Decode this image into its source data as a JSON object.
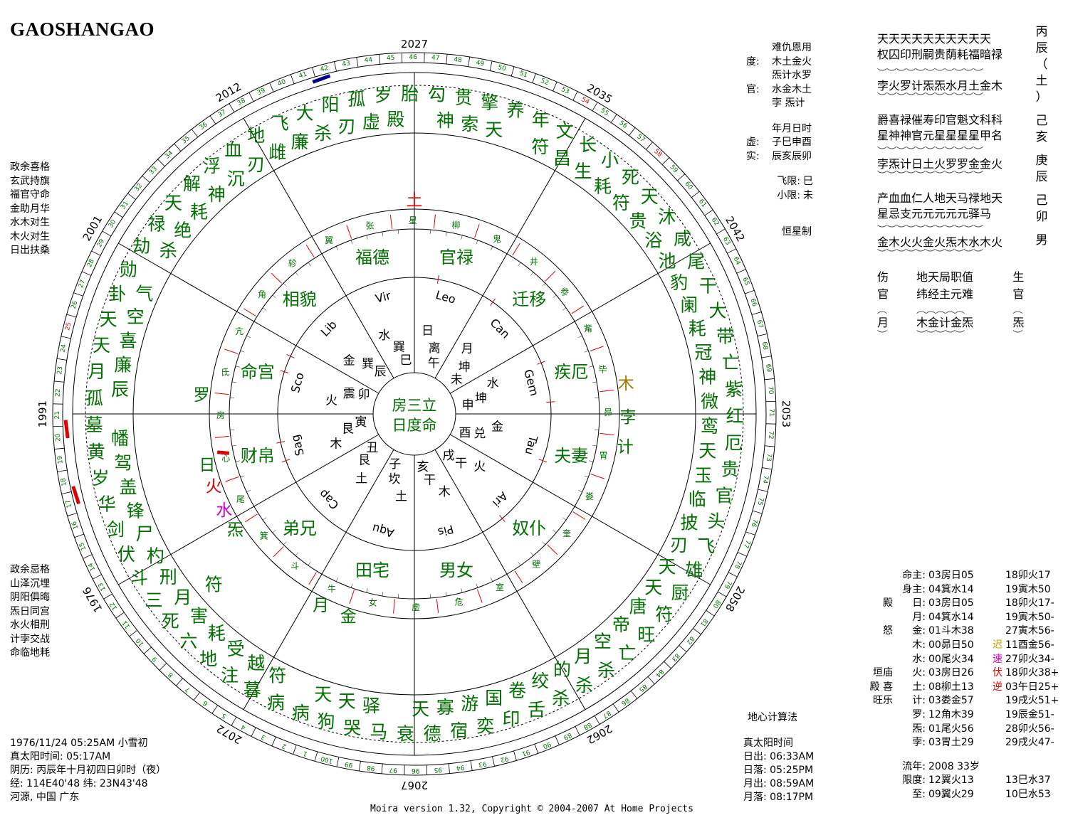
{
  "title": "GAOSHANGAO",
  "years": {
    "top": "2027",
    "top_right_1": "2035",
    "top_right_2": "2042",
    "right": "2053",
    "bottom_right": "2058",
    "bottom_right_2": "2062",
    "bottom": "2067",
    "bottom_left": "2072",
    "left_bottom": "1976",
    "left": "1991",
    "left_top": "2001",
    "top_left": "2012"
  },
  "left_top_list": [
    "政余喜格",
    "玄武持旗",
    "福官守命",
    "金助月华",
    "水木对生",
    "木火对生",
    "日出扶桑"
  ],
  "left_bottom_list": [
    "政余忌格",
    "山泽沉埋",
    "阴阳俱晦",
    "炁日同宫",
    "水火相刑",
    "计孛交战",
    "命临地耗"
  ],
  "birth_info": [
    "1976/11/24 05:25AM 小雪初",
    "真太阳时间: 05:17AM",
    "阴历: 丙辰年十月初四日卯时（夜）",
    "经: 114E40'48  纬: 23N43'48",
    "河源, 中国 广东"
  ],
  "copyright": "Moira version 1.32, Copyright © 2004-2007 At Home Projects",
  "top_info": {
    "header": "难仇恩用",
    "rows": [
      {
        "label": "度:",
        "value": "木土金火"
      },
      {
        "label": "",
        "value": "炁计水罗"
      },
      {
        "label": "官:",
        "value": "水金木土"
      },
      {
        "label": "",
        "value": "孛  炁计"
      }
    ],
    "header2": "年月日时",
    "rows2": [
      {
        "label": "虚:",
        "value": "子巳申酉"
      },
      {
        "label": "实:",
        "value": "辰亥辰卯"
      }
    ],
    "feixian": {
      "label": "飞限:",
      "value": "巳"
    },
    "xiaoxian": {
      "label": "小限:",
      "value": "未"
    },
    "hengxing": "恒星制"
  },
  "right_panel": {
    "row1": "天天天天天天天天天天",
    "row2": "权囚印刑嗣贵荫耗福暗禄",
    "row3": "孛火罗计炁炁水月土金木",
    "row4": "爵喜禄催寿印官魁文科科",
    "row5": "星神神官元星星星星甲名",
    "row6": "孛炁计日土火罗罗金金火",
    "row7": "产血血仁人地天马禄地天",
    "row8": "星忌支元元元元元驿马",
    "row9": "金木火火金火炁木水木火",
    "side": [
      "丙",
      "辰",
      "（",
      "土",
      "）",
      "己",
      "亥",
      "庚",
      "辰",
      "己",
      "卯",
      "男"
    ],
    "bottom_heads": [
      "伤",
      "地天局职值",
      "生"
    ],
    "bottom_heads2": [
      "官",
      "纬经主元难",
      "官"
    ],
    "bottom_vals": [
      "月",
      "木金计金炁",
      "炁"
    ]
  },
  "di_xin": "地心计算法",
  "sun_moon": [
    "真太阳时间",
    "日出: 06:33AM",
    "日落: 05:25PM",
    "月出: 08:59AM",
    "月落: 08:17PM"
  ],
  "planet_table": {
    "mingzhu": {
      "label": "命主:",
      "a": "03房日05",
      "b": "18卯火17"
    },
    "shenzhu": {
      "label": "身主:",
      "a": "04箕水14",
      "b": "19寅木50"
    },
    "rows": [
      {
        "pre": "殿",
        "name": "日:",
        "a": "03房日05",
        "mk": "",
        "b": "18卯火17-"
      },
      {
        "pre": "",
        "name": "月:",
        "a": "04箕水14",
        "mk": "",
        "b": "19寅木50-"
      },
      {
        "pre": "怒",
        "name": "金:",
        "a": "01斗木38",
        "mk": "",
        "b": "27寅木56-"
      },
      {
        "pre": "",
        "name": "木:",
        "a": "00昴日50",
        "mk": "迟",
        "b": "11酉金56-"
      },
      {
        "pre": "",
        "name": "水:",
        "a": "00尾火34",
        "mk": "速",
        "b": "27卯火34-"
      },
      {
        "pre": "垣庙",
        "name": "火:",
        "a": "03房日26",
        "mk": "伏",
        "b": "18卯火38+"
      },
      {
        "pre": "殿 喜",
        "name": "土:",
        "a": "08柳土13",
        "mk": "逆",
        "b": "03午日25+"
      },
      {
        "pre": "旺乐",
        "name": "计:",
        "a": "03娄金57",
        "mk": "",
        "b": "19戌火51+"
      },
      {
        "pre": "",
        "name": "罗:",
        "a": "12角木39",
        "mk": "",
        "b": "19辰金51-"
      },
      {
        "pre": "",
        "name": "炁:",
        "a": "01尾火56",
        "mk": "",
        "b": "28卯火56-"
      },
      {
        "pre": "",
        "name": "孛:",
        "a": "03胃土29",
        "mk": "",
        "b": "29戌火47-"
      }
    ],
    "mark_colors": {
      "迟": "#c8a000",
      "速": "#d000d0",
      "伏": "#e00000",
      "逆": "#e00000"
    },
    "liunian": {
      "label": "流年:",
      "value": "2008   33岁"
    },
    "xiandu": {
      "label": "限度:",
      "a": "12翼火13",
      "b": "13巳水37"
    },
    "zhi": {
      "label": "至:",
      "a": "09翼火29",
      "b": "10巳水53"
    }
  },
  "colors": {
    "green": "#007000",
    "red": "#dd0000",
    "brown": "#a07800",
    "magenta": "#cc00cc",
    "blue": "#000088"
  },
  "houses": [
    {
      "name": "官禄",
      "sign": "Leo",
      "branch": "日",
      "b2": "离",
      "b3": "午"
    },
    {
      "name": "迁移",
      "sign": "Can",
      "branch": "月",
      "b2": "坤",
      "b3": "未"
    },
    {
      "name": "疾厄",
      "sign": "Gem",
      "branch": "水",
      "b2": "坤",
      "b3": "申"
    },
    {
      "name": "夫妻",
      "sign": "Tau",
      "branch": "金",
      "b2": "兑",
      "b3": "酉"
    },
    {
      "name": "奴仆",
      "sign": "Ari",
      "branch": "火",
      "b2": "干",
      "b3": "戌"
    },
    {
      "name": "男女",
      "sign": "Pis",
      "branch": "木",
      "b2": "干",
      "b3": "亥"
    },
    {
      "name": "田宅",
      "sign": "Aqu",
      "branch": "土",
      "b2": "坎",
      "b3": "子"
    },
    {
      "name": "弟兄",
      "sign": "Cap",
      "branch": "土",
      "b2": "艮",
      "b3": "丑"
    },
    {
      "name": "财帛",
      "sign": "Sag",
      "branch": "木",
      "b2": "艮",
      "b3": "寅"
    },
    {
      "name": "命宫",
      "sign": "Sco",
      "branch": "火",
      "b2": "震",
      "b3": "卯"
    },
    {
      "name": "相貌",
      "sign": "Lib",
      "branch": "金",
      "b2": "巽",
      "b3": "辰"
    },
    {
      "name": "福德",
      "sign": "Vir",
      "branch": "水",
      "b2": "巽",
      "b3": "巳"
    }
  ],
  "center": [
    "房三立",
    "日度命"
  ],
  "mansions": [
    "柳",
    "鬼",
    "井",
    "参",
    "觜",
    "毕",
    "昴",
    "胃",
    "娄",
    "奎",
    "壁",
    "室",
    "危",
    "虚",
    "女",
    "牛",
    "斗",
    "箕",
    "尾",
    "心",
    "房",
    "氐",
    "亢",
    "角",
    "轸",
    "翼",
    "张",
    "星"
  ],
  "outer_stars": [
    {
      "t": "勾神",
      "a": -82
    },
    {
      "t": "贯索",
      "a": -70
    },
    {
      "t": "擎天",
      "a": -58
    },
    {
      "t": "养",
      "a": -50
    },
    {
      "t": "年符",
      "a": -37
    },
    {
      "t": "文昌",
      "a": -28
    },
    {
      "t": "长生",
      "a": -17
    },
    {
      "t": "小耗",
      "a": -7
    },
    {
      "t": "死符",
      "a": 2
    },
    {
      "t": "天贵",
      "a": 14
    },
    {
      "t": "沐浴",
      "a": 22
    },
    {
      "t": "咸池",
      "a": 10
    },
    {
      "t": "尾豹",
      "a": 34
    },
    {
      "t": "干阑",
      "a": 44
    },
    {
      "t": "大耗",
      "a": 54
    },
    {
      "t": "带冠",
      "a": 64
    },
    {
      "t": "亡神",
      "a": 74
    },
    {
      "t": "紫微",
      "a": 84
    },
    {
      "t": "红鸾",
      "a": 94
    },
    {
      "t": "厄天",
      "a": 104
    },
    {
      "t": "贵玉",
      "a": 114
    },
    {
      "t": "官临",
      "a": 124
    },
    {
      "t": "头披",
      "a": 134
    },
    {
      "t": "飞刃",
      "a": 144
    },
    {
      "t": "雄天",
      "a": 156
    },
    {
      "t": "厨天",
      "a": 166
    },
    {
      "t": "符唐",
      "a": 176
    },
    {
      "t": "旺帝",
      "a": 186
    },
    {
      "t": "亡空",
      "a": 196
    },
    {
      "t": "杀月",
      "a": 206
    },
    {
      "t": "杀的",
      "a": 216
    },
    {
      "t": "杀绞",
      "a": 226
    },
    {
      "t": "舌卷",
      "a": 236
    },
    {
      "t": "印国",
      "a": 246
    },
    {
      "t": "奕游",
      "a": 256
    },
    {
      "t": "宿寡",
      "a": 266
    },
    {
      "t": "德天",
      "a": 276
    },
    {
      "t": "衰",
      "a": 286
    },
    {
      "t": "马驿",
      "a": 296
    },
    {
      "t": "哭天",
      "a": 306
    },
    {
      "t": "狗天",
      "a": 316
    },
    {
      "t": "病",
      "a": 326
    },
    {
      "t": "病符",
      "a": 336
    },
    {
      "t": "暮越",
      "a": 346
    },
    {
      "t": "注受",
      "a": 356
    },
    {
      "t": "地耗",
      "a": 366
    },
    {
      "t": "六害",
      "a": 376
    },
    {
      "t": "死月符",
      "a": 386
    },
    {
      "t": "三刑",
      "a": 396
    },
    {
      "t": "斗杓",
      "a": 406
    },
    {
      "t": "伏尸",
      "a": 416
    },
    {
      "t": "剑锋",
      "a": 426
    },
    {
      "t": "华盖",
      "a": 436
    },
    {
      "t": "岁驾",
      "a": 446
    },
    {
      "t": "黄幡",
      "a": 456
    },
    {
      "t": "墓",
      "a": 466
    },
    {
      "t": "孤辰",
      "a": 476
    },
    {
      "t": "月廉",
      "a": 486
    },
    {
      "t": "天喜",
      "a": 496
    },
    {
      "t": "天空",
      "a": 506
    },
    {
      "t": "卦气",
      "a": 516
    },
    {
      "t": "勋",
      "a": 526
    },
    {
      "t": "劫杀",
      "a": 536
    },
    {
      "t": "禄绝",
      "a": 546
    },
    {
      "t": "天耗",
      "a": 556
    },
    {
      "t": "解神",
      "a": 566
    },
    {
      "t": "浮沉",
      "a": 576
    },
    {
      "t": "血刃",
      "a": 586
    },
    {
      "t": "地雌",
      "a": 596
    },
    {
      "t": "飞廉",
      "a": 606
    },
    {
      "t": "大杀",
      "a": 616
    },
    {
      "t": "阳刃",
      "a": 626
    },
    {
      "t": "孤虚",
      "a": 636
    },
    {
      "t": "岁殿",
      "a": 646
    },
    {
      "t": "胎",
      "a": 656
    }
  ],
  "planets_on_wheel": [
    {
      "t": "土",
      "a": -90,
      "r": 300,
      "c": "red"
    },
    {
      "t": "木",
      "a": -8,
      "r": 300,
      "c": "brown"
    },
    {
      "t": "孛",
      "a": 1,
      "r": 300,
      "c": "green"
    },
    {
      "t": "计",
      "a": 9,
      "r": 300,
      "c": "green"
    },
    {
      "t": "罗",
      "a": 185,
      "r": 300,
      "c": "green"
    },
    {
      "t": "日",
      "a": 166,
      "r": 300,
      "c": "green"
    },
    {
      "t": "火",
      "a": 160,
      "r": 300,
      "c": "red"
    },
    {
      "t": "水",
      "a": 153,
      "r": 300,
      "c": "magenta"
    },
    {
      "t": "炁",
      "a": 147,
      "r": 300,
      "c": "green"
    },
    {
      "t": "月",
      "a": 116,
      "r": 300,
      "c": "green"
    },
    {
      "t": "金",
      "a": 108,
      "r": 300,
      "c": "green"
    }
  ]
}
